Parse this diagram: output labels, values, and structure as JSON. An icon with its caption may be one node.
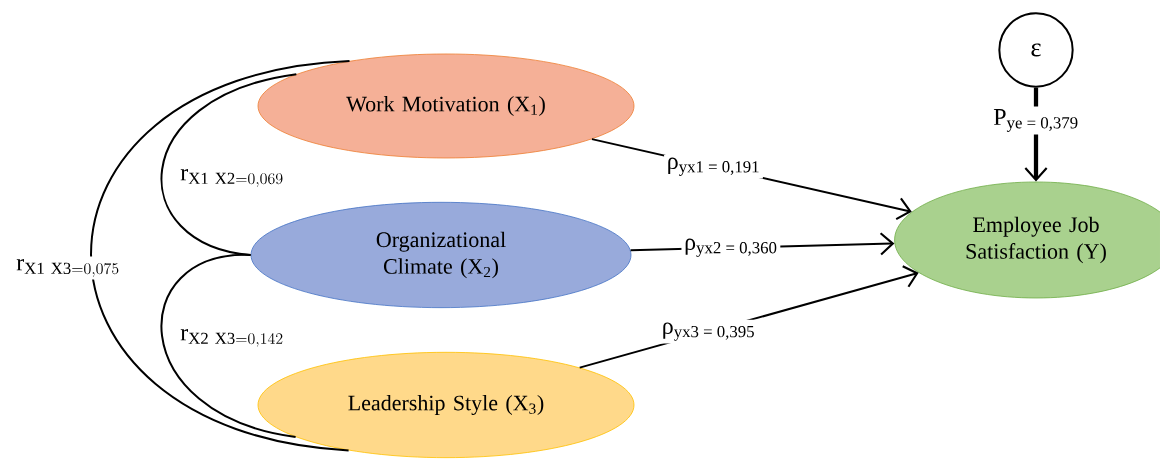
{
  "diagram": {
    "nodes": [
      {
        "text": [
          "Work Motivation (X$_{1}$)"
        ]
      },
      {
        "text": [
          "Organizational Climate (X$_{2}$)"
        ]
      },
      {
        "text": [
          "Leadership Style (X$_{3}$)"
        ]
      },
      {
        "text": [
          "Employee Job Satisfaction (Y)"
        ]
      },
      {
        "text": [
          "ε"
        ]
      }
    ],
    "edges": [
      {
        "from": 0,
        "to": 1,
        "arrow": "none",
        "label": "\\mathrm{r}_{\\mathrm{X1\\ X2} = 0{,}069}"
      },
      {
        "from": 0,
        "to": 2,
        "arrow": "none",
        "label": "\\mathrm{r}_{\\mathrm{X1\\ X3} = 0{,}075}"
      },
      {
        "from": 1,
        "to": 2,
        "arrow": "none",
        "label": "\\mathrm{r}_{\\mathrm{X2\\ X3} = 0{,}142}"
      },
      {
        "from": 0,
        "to": 3,
        "arrow": "to",
        "label": "ρ$_{yx1 = 0,191}$"
      },
      {
        "from": 1,
        "to": 3,
        "arrow": "to",
        "label": "ρ$_{yx2 = 0,360}$"
      },
      {
        "from": 2,
        "to": 3,
        "arrow": "to",
        "label": "ρ$_{yx3 = 0,395}$"
      },
      {
        "from": 4,
        "to": 3,
        "arrow": "to",
        "label": "P$_{ye = 0,379}$",
        "style": "thick"
      }
    ]
  }
}
